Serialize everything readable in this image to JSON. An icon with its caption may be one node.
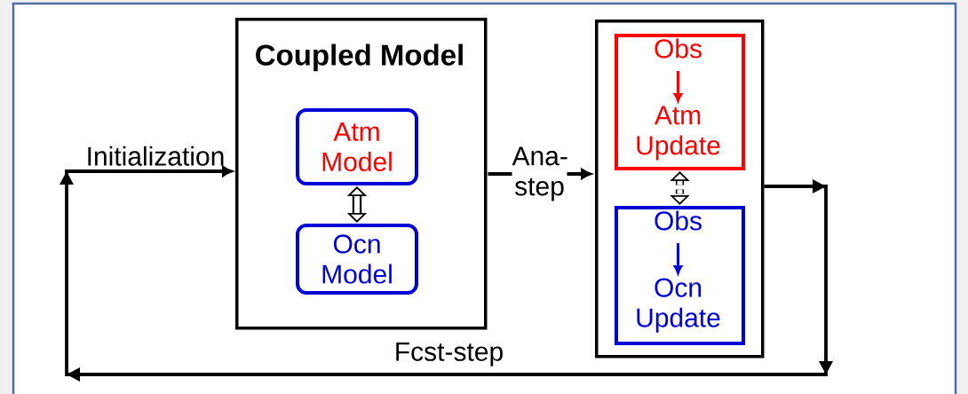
{
  "diagram": {
    "nodes": [
      {
        "text": [
          "Coupled Model"
        ]
      },
      {
        "text": [
          "Atm Model"
        ],
        "in": 0
      },
      {
        "text": [
          "Ocn Model"
        ],
        "in": 0
      },
      {
        "text": [],
        "shape": "box"
      },
      {
        "text": [
          "Obs",
          "Atm Update"
        ],
        "in": 3
      },
      {
        "text": [
          "Obs",
          "Ocn Update"
        ],
        "in": 3
      }
    ],
    "edges": [
      {
        "from": 0,
        "to": 3,
        "arrow": "to",
        "label": "Ana-step"
      },
      {
        "from": 1,
        "to": 2,
        "arrow": "both",
        "style": "thick"
      },
      {
        "from": 4,
        "to": 5,
        "arrow": "both",
        "style": "dashed"
      },
      {
        "from": 3,
        "to": 0,
        "arrow": "to",
        "label": "Fcst-step"
      }
    ],
    "labels": [
      "Initialization"
    ]
  }
}
